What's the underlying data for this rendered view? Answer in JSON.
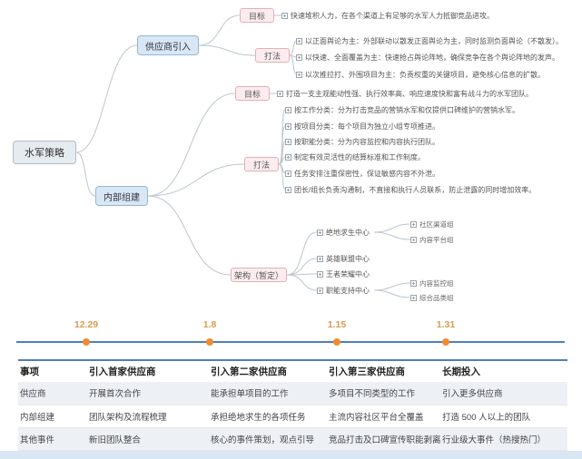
{
  "colors": {
    "root_node_bg": "#E6EBF0",
    "branch_node_bg": "#D8E7F3",
    "sub_node_bg": "#FBEDEF",
    "timeline_line": "#4E7FBE",
    "timeline_dot": "#F28A2E",
    "timeline_date_text": "#D99A4E",
    "table_top_border": "#4E7FBE",
    "table_stripe": "#EDF1F6"
  },
  "mindmap": {
    "root": "水军策略",
    "branches": [
      {
        "label": "供应商引入",
        "children": [
          {
            "label": "目标",
            "leaves": [
              "快速堆积人力，在各个渠道上有足够的水军人力抵御竞品进攻。"
            ]
          },
          {
            "label": "打法",
            "leaves": [
              "以正面舆论为主：外部联动以散发正面舆论为主，同时监测负面舆论（不散发）。",
              "以快速、全面覆盖为主：快速抢占舆论阵地，确保竞争在各个舆论阵地的发声。",
              "以次推拉打、外围项目为主：负责权重的关键项目，避免核心信息的扩散。"
            ]
          }
        ]
      },
      {
        "label": "内部组建",
        "children": [
          {
            "label": "目标",
            "leaves": [
              "打造一支主观能动性强、执行效率高、响应速度快和富有战斗力的水军团队。"
            ]
          },
          {
            "label": "打法",
            "leaves": [
              "按工作分类：分为打击竞品的营销水军和仅提供口碑维护的营销水军。",
              "按项目分类：每个项目为独立小组专项推进。",
              "按职能分类：分为内容监控和内容执行团队。",
              "制定有效灵活性的结算标准和工作制度。",
              "任务安排注重保密性，保证敏感内容不外泄。",
              "团长/组长负责沟通制，不直接和执行人员联系，防止泄露的同时增加效率。"
            ]
          },
          {
            "label": "架构（暂定）",
            "groups": [
              {
                "label": "绝地求生中心",
                "children": [
                  "社区渠道组",
                  "内容平台组"
                ]
              },
              {
                "label": "英雄联盟中心",
                "children": []
              },
              {
                "label": "王者荣耀中心",
                "children": []
              },
              {
                "label": "职能支持中心",
                "children": [
                  "内容监控组",
                  "综合品类组"
                ]
              }
            ]
          }
        ]
      }
    ]
  },
  "timeline": {
    "dates": [
      "12.29",
      "1.8",
      "1.15",
      "1.31"
    ]
  },
  "table": {
    "headers": [
      "事项",
      "引入首家供应商",
      "引入第二家供应商",
      "引入第三家供应商",
      "长期投入"
    ],
    "rows": [
      [
        "供应商",
        "开展首次合作",
        "能承担单项目的工作",
        "多项目不同类型的工作",
        "引入更多供应商"
      ],
      [
        "内部组建",
        "团队架构及流程梳理",
        "承担绝地求生的各项任务",
        "主流内容社区平台全覆盖",
        "打造 500 人以上的团队"
      ],
      [
        "其他事件",
        "新旧团队整合",
        "核心的事件策划，观点引导",
        "竞品打击及口碑宣传职能剥离",
        "行业级大事件（热搜热门）"
      ]
    ]
  }
}
